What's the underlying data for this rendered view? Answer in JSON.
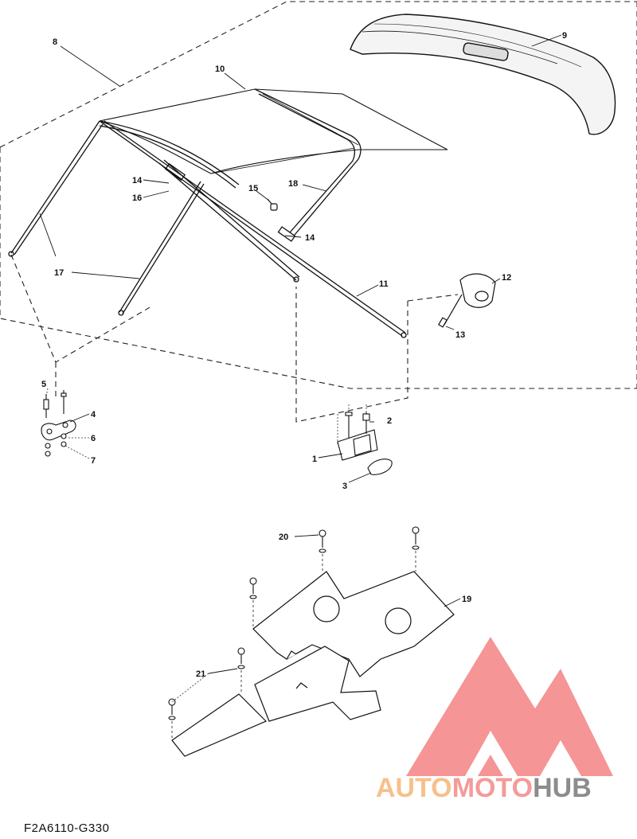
{
  "diagram": {
    "drawing_code": "F2A6110-G330",
    "callouts": [
      {
        "id": "c8",
        "text": "8"
      },
      {
        "id": "c9",
        "text": "9"
      },
      {
        "id": "c10",
        "text": "10"
      },
      {
        "id": "c14a",
        "text": "14"
      },
      {
        "id": "c16",
        "text": "16"
      },
      {
        "id": "c15",
        "text": "15"
      },
      {
        "id": "c18",
        "text": "18"
      },
      {
        "id": "c14b",
        "text": "14"
      },
      {
        "id": "c17",
        "text": "17"
      },
      {
        "id": "c11",
        "text": "11"
      },
      {
        "id": "c12",
        "text": "12"
      },
      {
        "id": "c13",
        "text": "13"
      },
      {
        "id": "c5",
        "text": "5"
      },
      {
        "id": "c4",
        "text": "4"
      },
      {
        "id": "c6",
        "text": "6"
      },
      {
        "id": "c7",
        "text": "7"
      },
      {
        "id": "c2",
        "text": "2"
      },
      {
        "id": "c1",
        "text": "1"
      },
      {
        "id": "c3",
        "text": "3"
      },
      {
        "id": "c20",
        "text": "20"
      },
      {
        "id": "c19",
        "text": "19"
      },
      {
        "id": "c21",
        "text": "21"
      }
    ]
  },
  "watermark": {
    "part1": "AUTO",
    "part2": "MOTO",
    "part3": "HUB",
    "colors": {
      "auto": "#f7c08a",
      "moto": "#f59a9a",
      "hub": "#8c8c8c",
      "triangle": "#f27a7a"
    }
  }
}
